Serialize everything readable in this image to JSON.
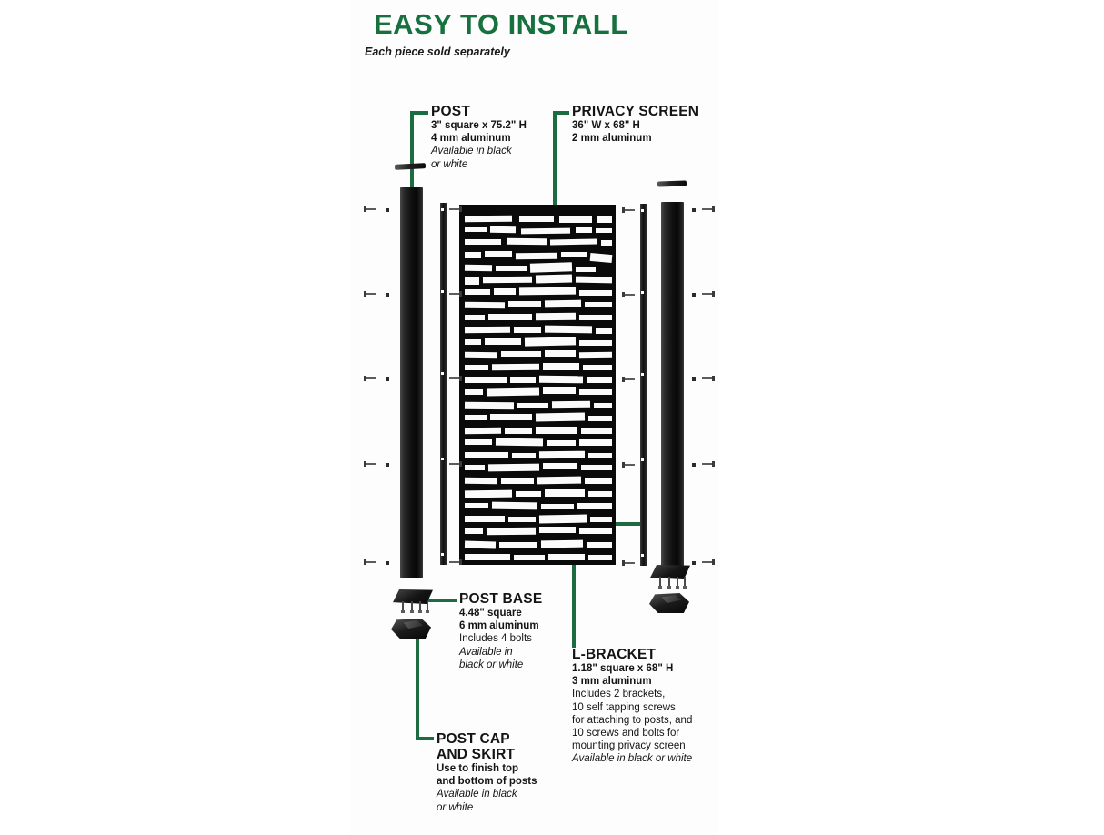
{
  "page": {
    "title": "EASY TO INSTALL",
    "subtitle": "Each piece sold separately",
    "accent_green": "#1d6b40",
    "title_green": "#17713f",
    "hardware_black": "#0a0a0a",
    "background": "#ffffff"
  },
  "callouts": [
    {
      "id": "post",
      "heading": "POST",
      "lines": [
        {
          "text": "3\" square x 75.2\" H",
          "style": "bold"
        },
        {
          "text": "4 mm aluminum",
          "style": "bold"
        },
        {
          "text": "Available in black",
          "style": "italic"
        },
        {
          "text": "or white",
          "style": "italic"
        }
      ]
    },
    {
      "id": "privacy-screen",
      "heading": "PRIVACY SCREEN",
      "lines": [
        {
          "text": "36\" W x 68\" H",
          "style": "bold"
        },
        {
          "text": "2 mm aluminum",
          "style": "bold"
        }
      ]
    },
    {
      "id": "post-base",
      "heading": "POST BASE",
      "lines": [
        {
          "text": "4.48\" square",
          "style": "bold"
        },
        {
          "text": "6 mm aluminum",
          "style": "bold"
        },
        {
          "text": "Includes 4 bolts",
          "style": "normal"
        },
        {
          "text": "Available in",
          "style": "italic"
        },
        {
          "text": "black or white",
          "style": "italic"
        }
      ]
    },
    {
      "id": "post-cap-and-skirt",
      "heading": "POST CAP",
      "heading2": "AND SKIRT",
      "lines": [
        {
          "text": "Use to finish top",
          "style": "bold"
        },
        {
          "text": "and bottom of posts",
          "style": "bold"
        },
        {
          "text": "Available in black",
          "style": "italic"
        },
        {
          "text": "or white",
          "style": "italic"
        }
      ]
    },
    {
      "id": "l-bracket",
      "heading": "L-BRACKET",
      "lines": [
        {
          "text": "1.18\" square x 68\" H",
          "style": "bold"
        },
        {
          "text": "3 mm aluminum",
          "style": "bold"
        },
        {
          "text": "Includes 2 brackets,",
          "style": "normal"
        },
        {
          "text": "10 self tapping screws",
          "style": "normal"
        },
        {
          "text": "for attaching to posts, and",
          "style": "normal"
        },
        {
          "text": "10 screws and bolts for",
          "style": "normal"
        },
        {
          "text": "mounting privacy screen",
          "style": "normal"
        },
        {
          "text": "Available in black or white",
          "style": "italic"
        }
      ]
    }
  ],
  "parts": {
    "left_post": "post-left",
    "right_post": "post-right",
    "left_bracket": "l-bracket-left",
    "right_bracket": "l-bracket-right",
    "privacy_screen": "privacy-screen-panel",
    "left_post_cap": "post-cap-left",
    "right_post_cap": "post-cap-right",
    "left_post_base": "post-base-left",
    "right_post_base": "post-base-right",
    "left_cap_skirt": "post-cap-skirt-left",
    "right_cap_skirt": "post-cap-skirt-right"
  }
}
